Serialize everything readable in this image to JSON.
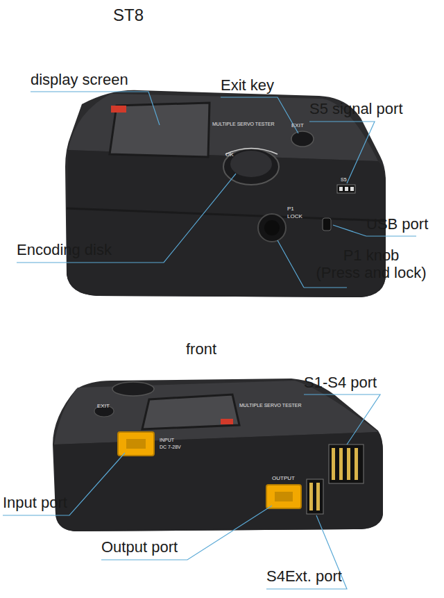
{
  "diagram": {
    "title": "ST8",
    "labels": [
      "display screen",
      "Exit key",
      "S5 signal port",
      "USB port",
      "Encoding disk",
      "P1 knob (Press and lock)",
      "front",
      "S1-S4 port",
      "Input port",
      "Output port",
      "S4Ext. port",
      "MULTIPLE SERVO TESTER",
      "EXIT",
      "OK",
      "P1",
      "LOCK",
      "S5",
      "MULTIPLE SERVO TESTER",
      "EXIT",
      "INPUT",
      "DC 7-28V",
      "OUTPUT"
    ]
  }
}
